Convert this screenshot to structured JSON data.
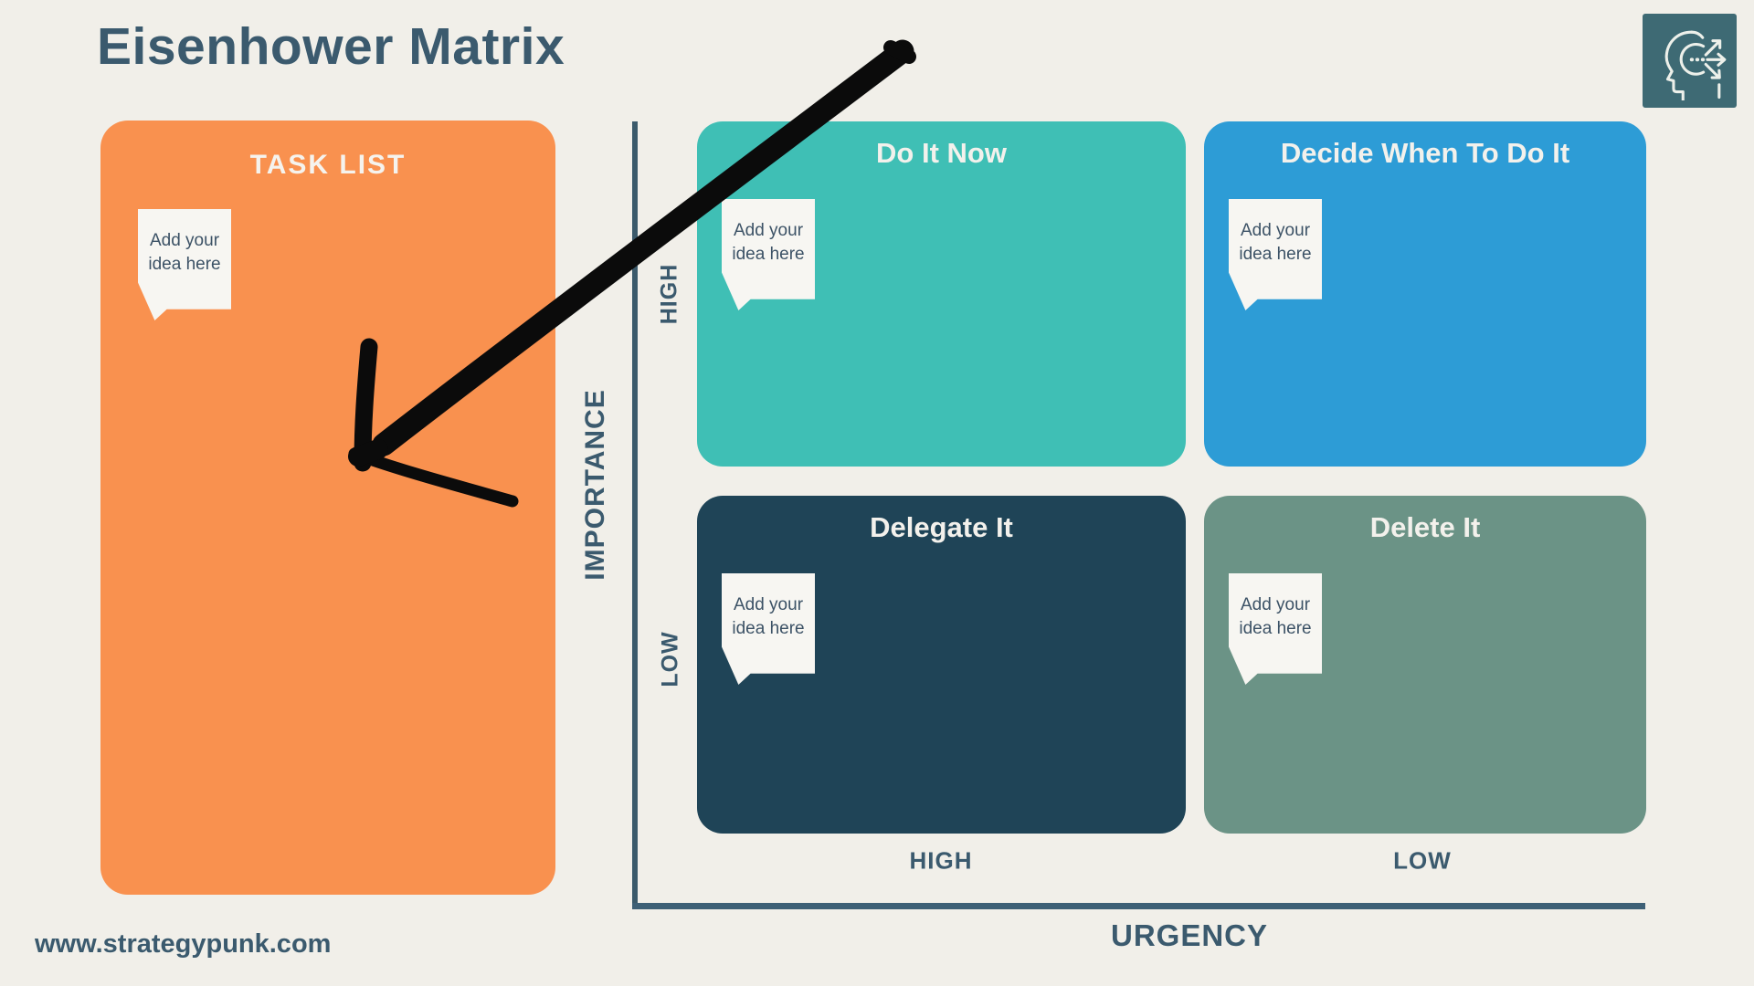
{
  "title": "Eisenhower Matrix",
  "task_list": {
    "title": "TASK LIST",
    "note_placeholder": "Add your idea here"
  },
  "quadrants": [
    {
      "label": "Do It Now",
      "color": "#3FBFB5",
      "note_placeholder": "Add your idea here"
    },
    {
      "label": "Decide When To Do It",
      "color": "#2D9CD6",
      "note_placeholder": "Add your idea here"
    },
    {
      "label": "Delegate It",
      "color": "#1F4457",
      "note_placeholder": "Add your idea here"
    },
    {
      "label": "Delete It",
      "color": "#6B9386",
      "note_placeholder": "Add your idea here"
    }
  ],
  "axes": {
    "y_label": "IMPORTANCE",
    "y_high": "HIGH",
    "y_low": "LOW",
    "x_label": "URGENCY",
    "x_high": "HIGH",
    "x_low": "LOW"
  },
  "footer": {
    "website": "www.strategypunk.com"
  },
  "icons": {
    "logo": "head-with-arrows-icon"
  },
  "colors": {
    "background": "#F1EFE9",
    "task_panel": "#F9914F",
    "slate_text": "#3B5A6E",
    "note_background": "#F7F6F2",
    "logo_background": "#3E6A74",
    "arrow": "#0B0B0B"
  }
}
